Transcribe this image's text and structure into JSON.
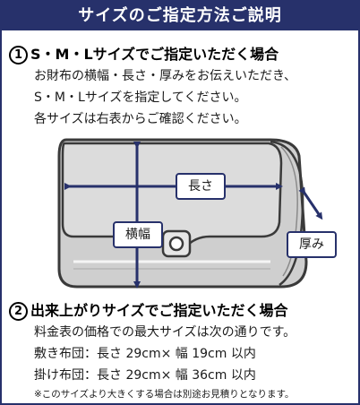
{
  "header": {
    "title": "サイズのご指定方法ご説明"
  },
  "section1": {
    "number": "1",
    "title": "S・M・Lサイズでご指定いただく場合",
    "lines": [
      "お財布の横幅・長さ・厚みをお伝えいただき、",
      "S・M・Lサイズを指定してください。",
      "各サイズは右表からご確認ください。"
    ]
  },
  "diagram": {
    "label_length": "長さ",
    "label_width": "横幅",
    "label_thickness": "厚み",
    "colors": {
      "arrow": "#27316b",
      "wallet_body": "#cfcfcf",
      "wallet_outline": "#3a3a3a"
    }
  },
  "section2": {
    "number": "2",
    "title": "出来上がりサイズでご指定いただく場合",
    "lines": [
      "料金表の価格での最大サイズは次の通りです。",
      "敷き布団：長さ 29cm× 幅 19cm 以内",
      "掛け布団：長さ 29cm× 幅 36cm 以内"
    ],
    "note": "※このサイズより大きくする場合は別途お見積りとなります。"
  }
}
